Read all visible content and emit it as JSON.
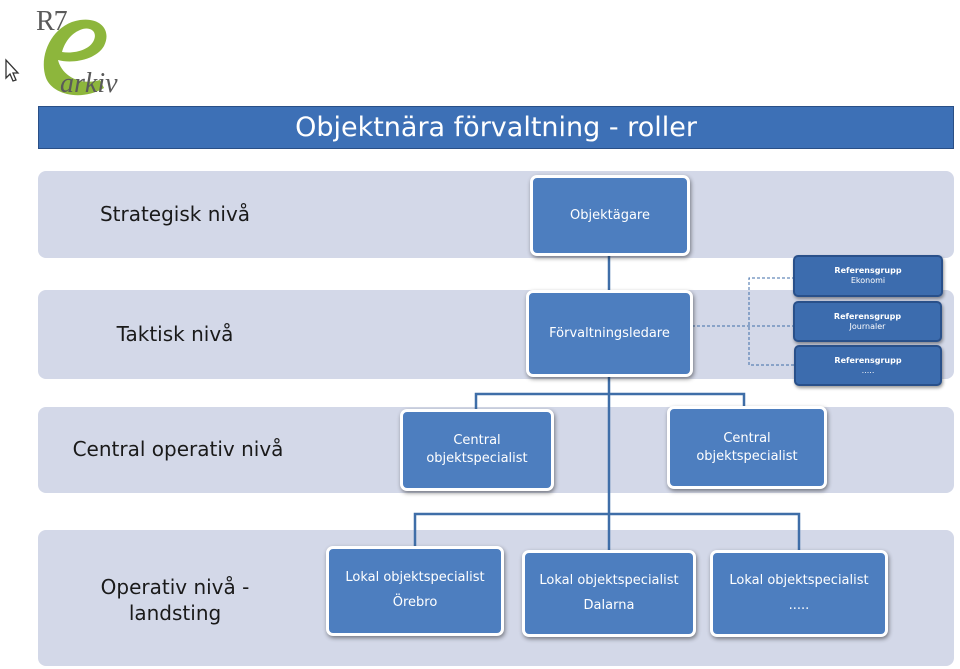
{
  "logo": {
    "r7": "R7",
    "arkiv": "arkiv",
    "accent": "#8db63c"
  },
  "title": "Objektnära förvaltning - roller",
  "levels": {
    "strategic": "Strategisk nivå",
    "tactical": "Taktisk nivå",
    "central": "Central operativ nivå",
    "operative_l1": "Operativ nivå -",
    "operative_l2": "landsting"
  },
  "roles": {
    "owner": "Objektägare",
    "manager": "Förvaltningsledare",
    "central_left": {
      "line1": "Central",
      "line2": "objektspecialist"
    },
    "central_right": {
      "line1": "Central",
      "line2": "objektspecialist"
    },
    "local_orebro": {
      "line1": "Lokal objektspecialist",
      "line2": "Örebro"
    },
    "local_dalarna": {
      "line1": "Lokal objektspecialist",
      "line2": "Dalarna"
    },
    "local_other": {
      "line1": "Lokal objektspecialist",
      "line2": "....."
    }
  },
  "reference_groups": [
    {
      "line1": "Referensgrupp",
      "line2": "Ekonomi"
    },
    {
      "line1": "Referensgrupp",
      "line2": "Journaler"
    },
    {
      "line1": "Referensgrupp",
      "line2": "....."
    }
  ],
  "colors": {
    "title_bg": "#3d70b6",
    "band_bg": "#d3d8e8",
    "box_bg": "#4d7ebf",
    "connector": "#3f6ea8"
  }
}
